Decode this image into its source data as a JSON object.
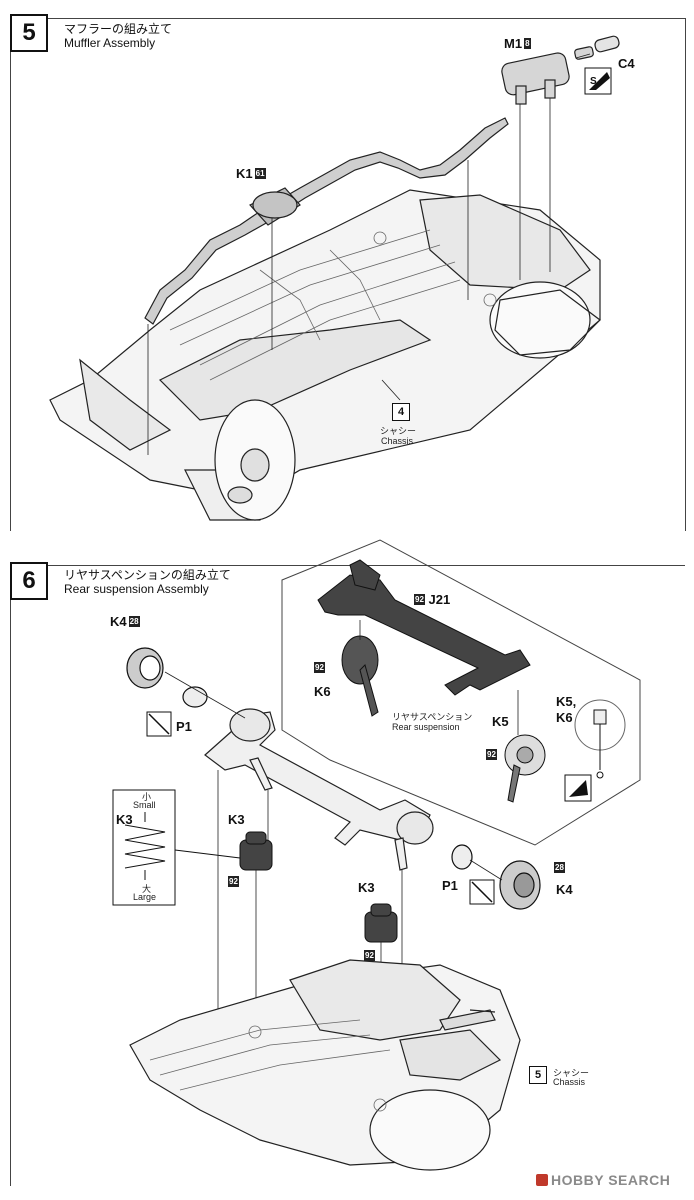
{
  "step5": {
    "number": "5",
    "title_jp": "マフラーの組み立て",
    "title_en": "Muffler Assembly",
    "parts": {
      "m1": {
        "label": "M1",
        "badge": "8"
      },
      "c4": {
        "label": "C4"
      },
      "k1": {
        "label": "K1",
        "badge": "61"
      }
    },
    "chassis_ref": {
      "number": "4",
      "jp": "シャシー",
      "en": "Chassis"
    }
  },
  "step6": {
    "number": "6",
    "title_jp": "リヤサスペンションの組み立て",
    "title_en": "Rear suspension Assembly",
    "parts": {
      "k4_left": {
        "label": "K4",
        "badge": "28"
      },
      "p1_left": {
        "label": "P1"
      },
      "j21": {
        "label": "J21",
        "badge": "92"
      },
      "k6": {
        "label": "K6",
        "badge": "92"
      },
      "k5": {
        "label": "K5",
        "badge": "92"
      },
      "k5k6": {
        "label_line1": "K5,",
        "label_line2": "K6"
      },
      "k3_left": {
        "label": "K3",
        "badge": "92"
      },
      "k3_right": {
        "label": "K3",
        "badge": "92"
      },
      "p1_right": {
        "label": "P1"
      },
      "k4_right": {
        "label": "K4",
        "badge": "28"
      }
    },
    "rear_susp_jp": "リヤサスペンション",
    "rear_susp_en": "Rear suspension",
    "spring_detail": {
      "label": "K3",
      "small_jp": "小",
      "small_en": "Small",
      "large_jp": "大",
      "large_en": "Large"
    },
    "chassis_ref": {
      "number": "5",
      "jp": "シャシー",
      "en": "Chassis"
    }
  },
  "footer": {
    "watermark": "HOBBY SEARCH"
  }
}
